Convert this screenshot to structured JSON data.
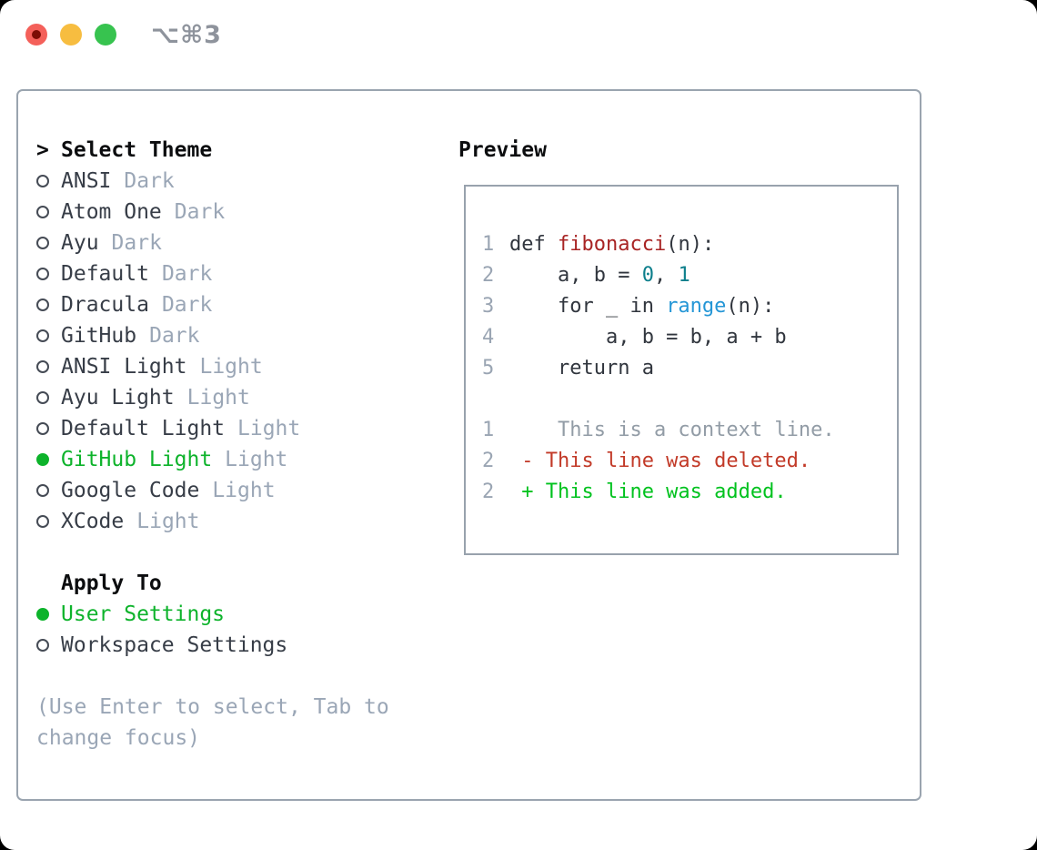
{
  "window": {
    "title": "⌥⌘3"
  },
  "titlebar": {
    "buttons": [
      {
        "name": "close",
        "color": "#f4605a"
      },
      {
        "name": "minimize",
        "color": "#f7bd40"
      },
      {
        "name": "zoom",
        "color": "#37c34f"
      }
    ]
  },
  "panel": {
    "theme_section": {
      "marker": ">",
      "header": "Select Theme",
      "items": [
        {
          "label": "ANSI",
          "variant": "Dark",
          "selected": false
        },
        {
          "label": "Atom One",
          "variant": "Dark",
          "selected": false
        },
        {
          "label": "Ayu",
          "variant": "Dark",
          "selected": false
        },
        {
          "label": "Default",
          "variant": "Dark",
          "selected": false
        },
        {
          "label": "Dracula",
          "variant": "Dark",
          "selected": false
        },
        {
          "label": "GitHub",
          "variant": "Dark",
          "selected": false
        },
        {
          "label": "ANSI Light",
          "variant": "Light",
          "selected": false
        },
        {
          "label": "Ayu Light",
          "variant": "Light",
          "selected": false
        },
        {
          "label": "Default Light",
          "variant": "Light",
          "selected": false
        },
        {
          "label": "GitHub Light",
          "variant": "Light",
          "selected": true
        },
        {
          "label": "Google Code",
          "variant": "Light",
          "selected": false
        },
        {
          "label": "XCode",
          "variant": "Light",
          "selected": false
        }
      ]
    },
    "apply_section": {
      "header": "Apply To",
      "options": [
        {
          "label": "User Settings",
          "selected": true
        },
        {
          "label": "Workspace Settings",
          "selected": false
        }
      ]
    },
    "hint_lines": [
      "(Use Enter to select, Tab to",
      "change focus)"
    ],
    "preview": {
      "header": "Preview",
      "code_lines": [
        {
          "number": "1",
          "segments": [
            {
              "text": "def ",
              "style": "code"
            },
            {
              "text": "fibonacci",
              "style": "func"
            },
            {
              "text": "(n):",
              "style": "code"
            }
          ]
        },
        {
          "number": "2",
          "segments": [
            {
              "text": "    a, b = ",
              "style": "code"
            },
            {
              "text": "0",
              "style": "lit"
            },
            {
              "text": ", ",
              "style": "code"
            },
            {
              "text": "1",
              "style": "lit"
            }
          ]
        },
        {
          "number": "3",
          "segments": [
            {
              "text": "    for _ in ",
              "style": "code"
            },
            {
              "text": "range",
              "style": "builtin"
            },
            {
              "text": "(n):",
              "style": "code"
            }
          ]
        },
        {
          "number": "4",
          "segments": [
            {
              "text": "        a, b = b, a + b",
              "style": "code"
            }
          ]
        },
        {
          "number": "5",
          "segments": [
            {
              "text": "    return a",
              "style": "code"
            }
          ]
        },
        {
          "number": "",
          "segments": []
        },
        {
          "number": "1",
          "segments": [
            {
              "text": "    This is a context line.",
              "style": "context"
            }
          ]
        },
        {
          "number": "2",
          "segments": [
            {
              "text": " - This line was deleted.",
              "style": "del"
            }
          ]
        },
        {
          "number": "2",
          "segments": [
            {
              "text": " + This line was added.",
              "style": "add"
            }
          ]
        }
      ]
    }
  },
  "colors": {
    "selection_green": "#0db32b",
    "added_green": "#00c21e",
    "deleted_red": "#c23a28",
    "function_red": "#a82424",
    "builtin_blue": "#2496d6",
    "literal_teal": "#0d7f8c",
    "muted_gray": "#9aa6b6",
    "text_dark": "#31363e",
    "border_gray": "#9aa4af"
  }
}
